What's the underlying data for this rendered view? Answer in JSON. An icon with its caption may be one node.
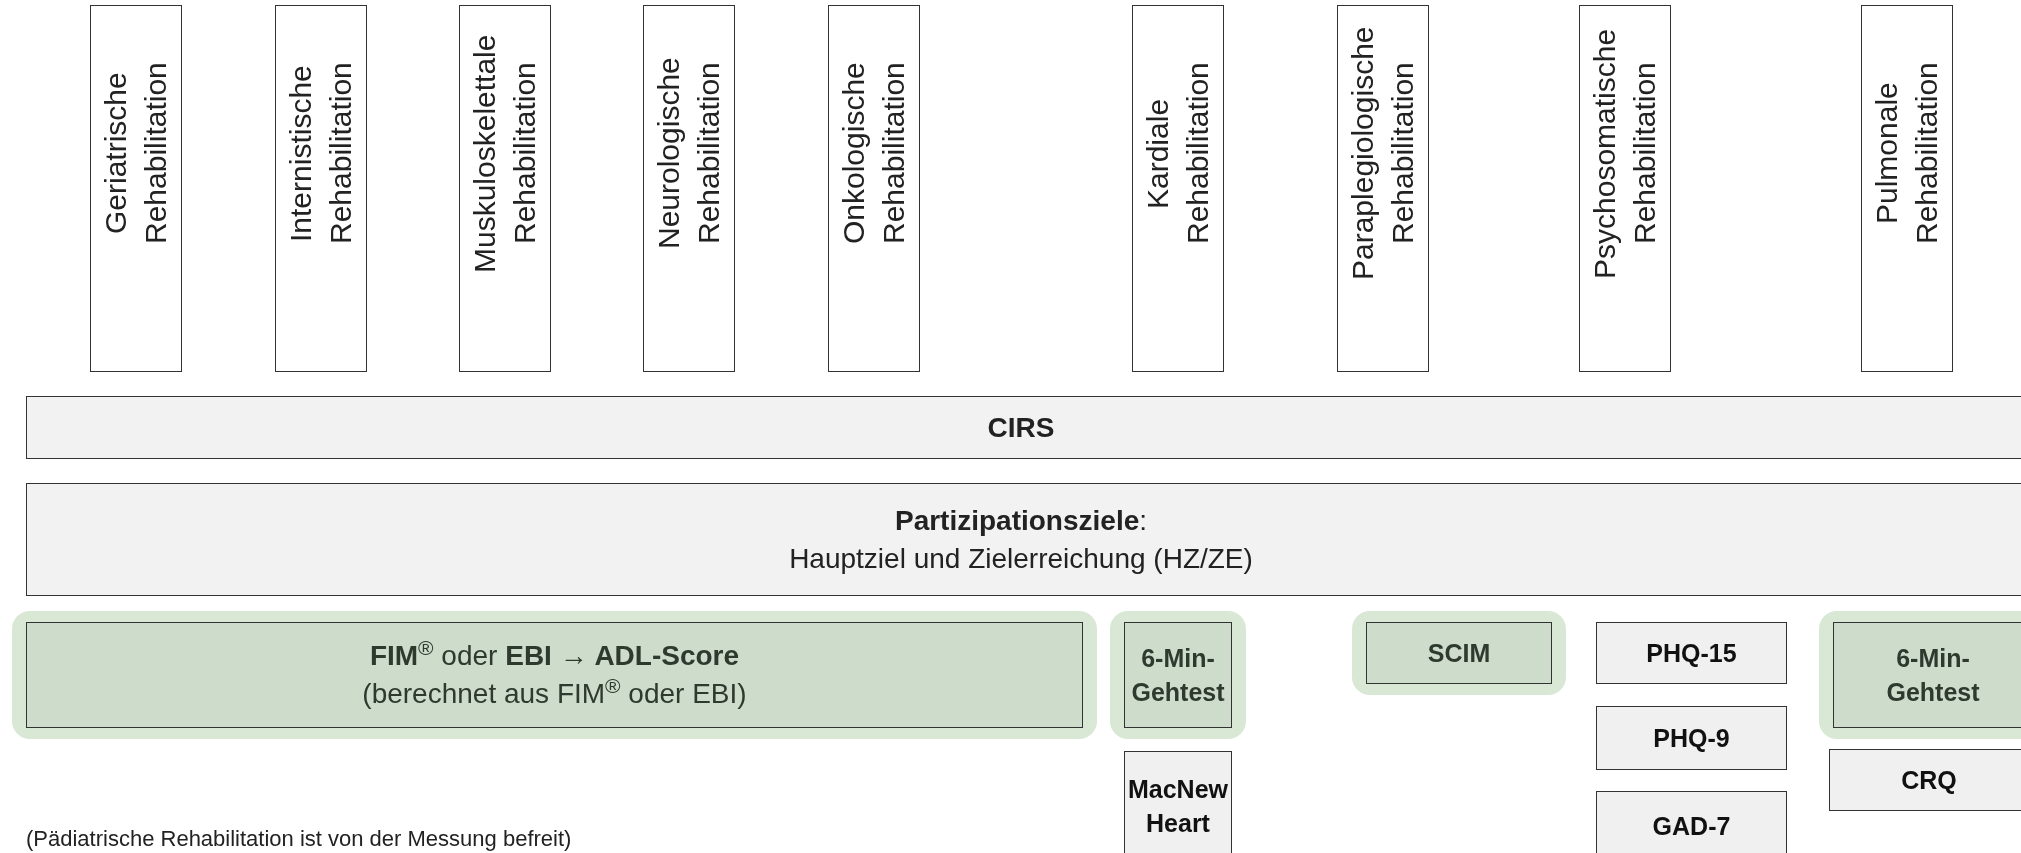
{
  "diagram": {
    "nodes": [
      {
        "text": [
          "Geriatrische Rehabilitation"
        ]
      },
      {
        "text": [
          "Internistische Rehabilitation"
        ]
      },
      {
        "text": [
          "Muskuloskelettale Rehabilitation"
        ]
      },
      {
        "text": [
          "Neurologische Rehabilitation"
        ]
      },
      {
        "text": [
          "Onkologische Rehabilitation"
        ]
      },
      {
        "text": [
          "Kardiale Rehabilitation"
        ]
      },
      {
        "text": [
          "Paraplegiologische Rehabilitation"
        ]
      },
      {
        "text": [
          "Psychosomatische Rehabilitation"
        ]
      },
      {
        "text": [
          "Pulmonale Rehabilitation"
        ]
      },
      {
        "text": [
          "CIRS"
        ]
      },
      {
        "text": [
          "**Partizipationsziele**:",
          "Hauptziel und Zielerreichung (HZ/ZE)"
        ]
      },
      {
        "text": [
          "**FIM**$^{®}$ oder **EBI → ADL-Score**",
          "(berechnet aus FIM$^{®}$ oder EBI)"
        ]
      },
      {
        "text": [
          "6-Min-Gehtest"
        ]
      },
      {
        "text": [
          "SCIM"
        ]
      },
      {
        "text": [
          "PHQ-15"
        ]
      },
      {
        "text": [
          "6-Min-Gehtest"
        ]
      },
      {
        "text": [
          "MacNew Heart"
        ]
      },
      {
        "text": [
          "PHQ-9"
        ]
      },
      {
        "text": [
          "CRQ"
        ]
      },
      {
        "text": [
          "GAD-7"
        ]
      }
    ],
    "labels": [
      "(Pädiatrische Rehabilitation ist von der Messung befreit)"
    ]
  }
}
